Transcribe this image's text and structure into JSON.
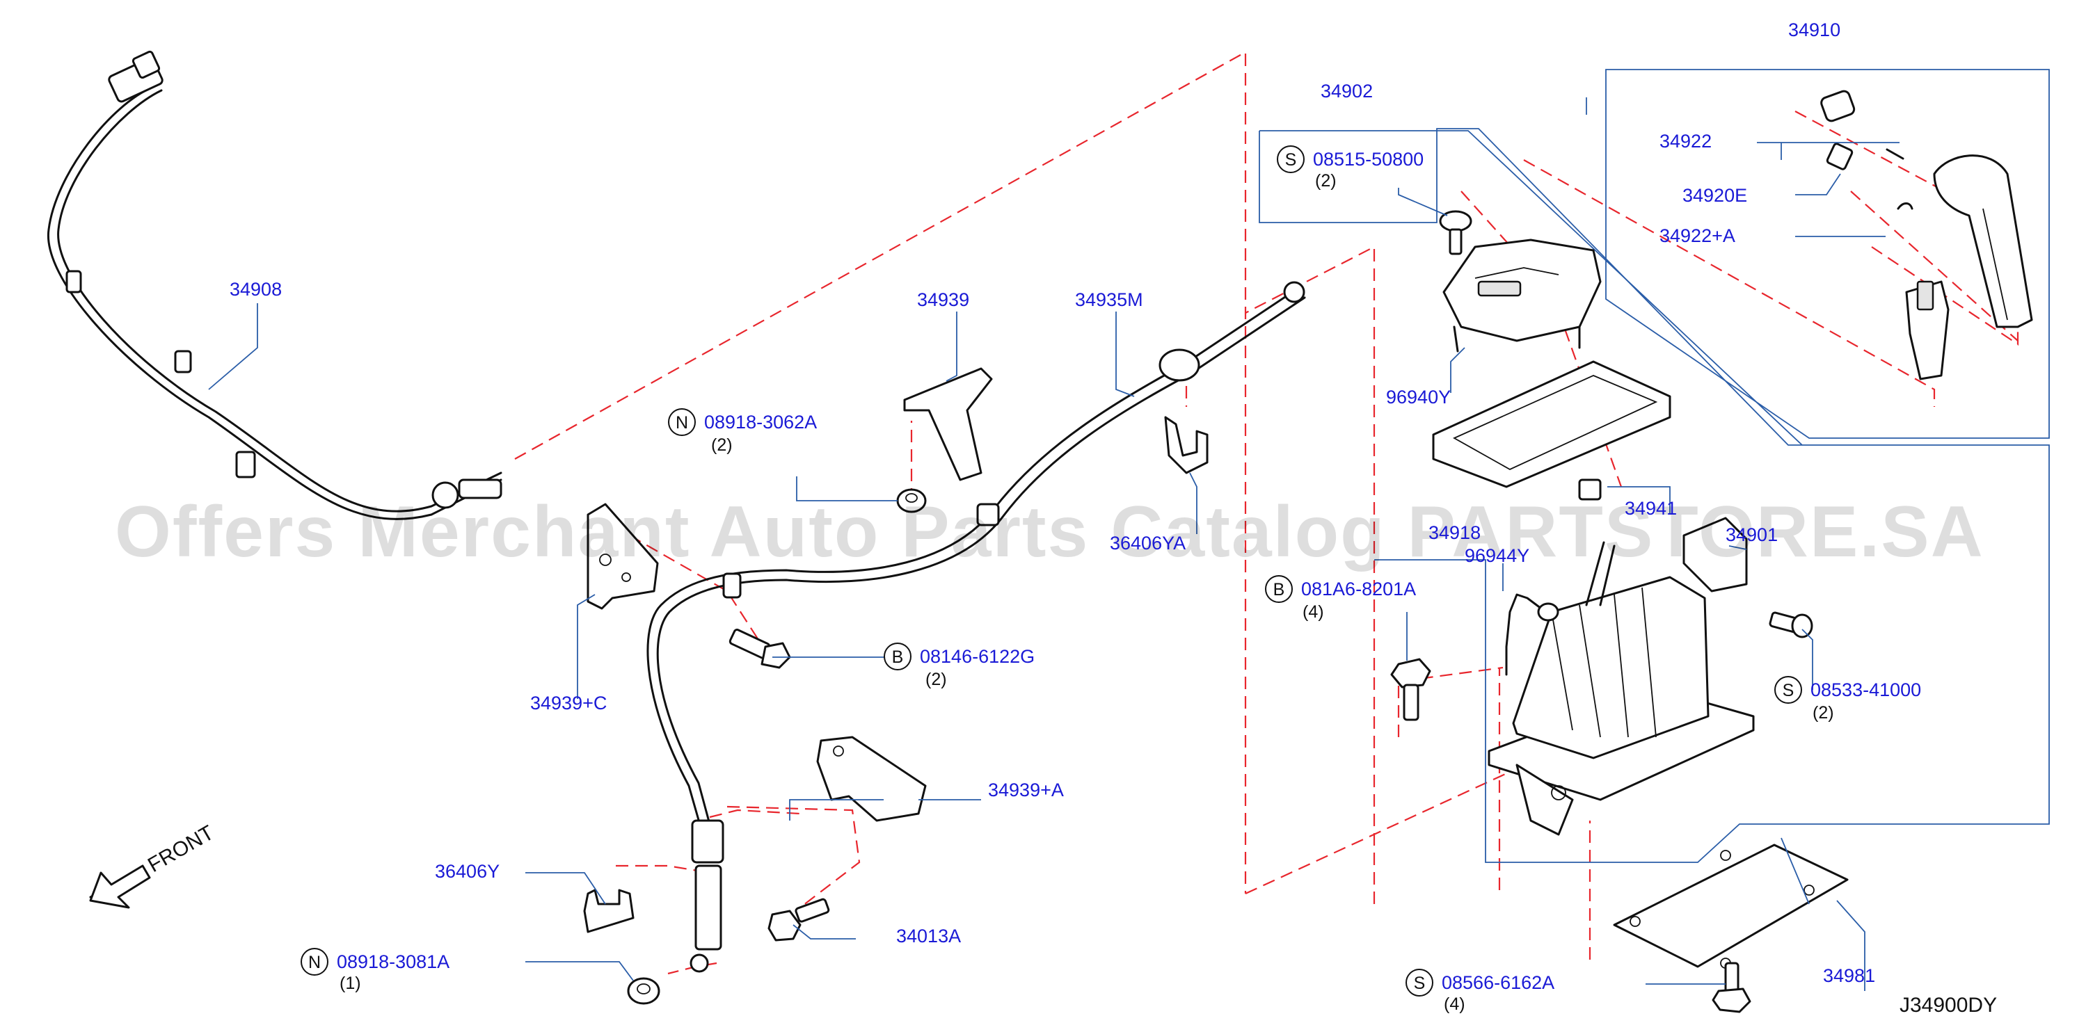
{
  "diagram_code": "J34900DY",
  "watermark": "Offers Merchant Auto Parts Catalog PARTSTORE.SA",
  "direction_label": "FRONT",
  "parts": {
    "p34908": "34908",
    "p34939": "34939",
    "p34935M": "34935M",
    "p36406YA": "36406YA",
    "p34939C": "34939+C",
    "p34939A": "34939+A",
    "p36406Y": "36406Y",
    "p34013A": "34013A",
    "p34902": "34902",
    "p34910": "34910",
    "p34922": "34922",
    "p34920E": "34920E",
    "p34922A": "34922+A",
    "p96940Y": "96940Y",
    "p34918": "34918",
    "p96944Y": "96944Y",
    "p34901": "34901",
    "p34941": "34941",
    "p34981": "34981"
  },
  "fasteners": {
    "f1": {
      "symbol": "N",
      "part": "08918-3062A",
      "qty": "(2)"
    },
    "f2": {
      "symbol": "B",
      "part": "08146-6122G",
      "qty": "(2)"
    },
    "f3": {
      "symbol": "N",
      "part": "08918-3081A",
      "qty": "(1)"
    },
    "f4": {
      "symbol": "S",
      "part": "08515-50800",
      "qty": "(2)"
    },
    "f5": {
      "symbol": "B",
      "part": "081A6-8201A",
      "qty": "(4)"
    },
    "f6": {
      "symbol": "S",
      "part": "08533-41000",
      "qty": "(2)"
    },
    "f7": {
      "symbol": "S",
      "part": "08566-6162A",
      "qty": "(4)"
    }
  },
  "colors": {
    "label_text": "#1a1ad6",
    "leader_line": "#2a5da8",
    "phantom_line": "#e8262d",
    "outline": "#111111"
  }
}
